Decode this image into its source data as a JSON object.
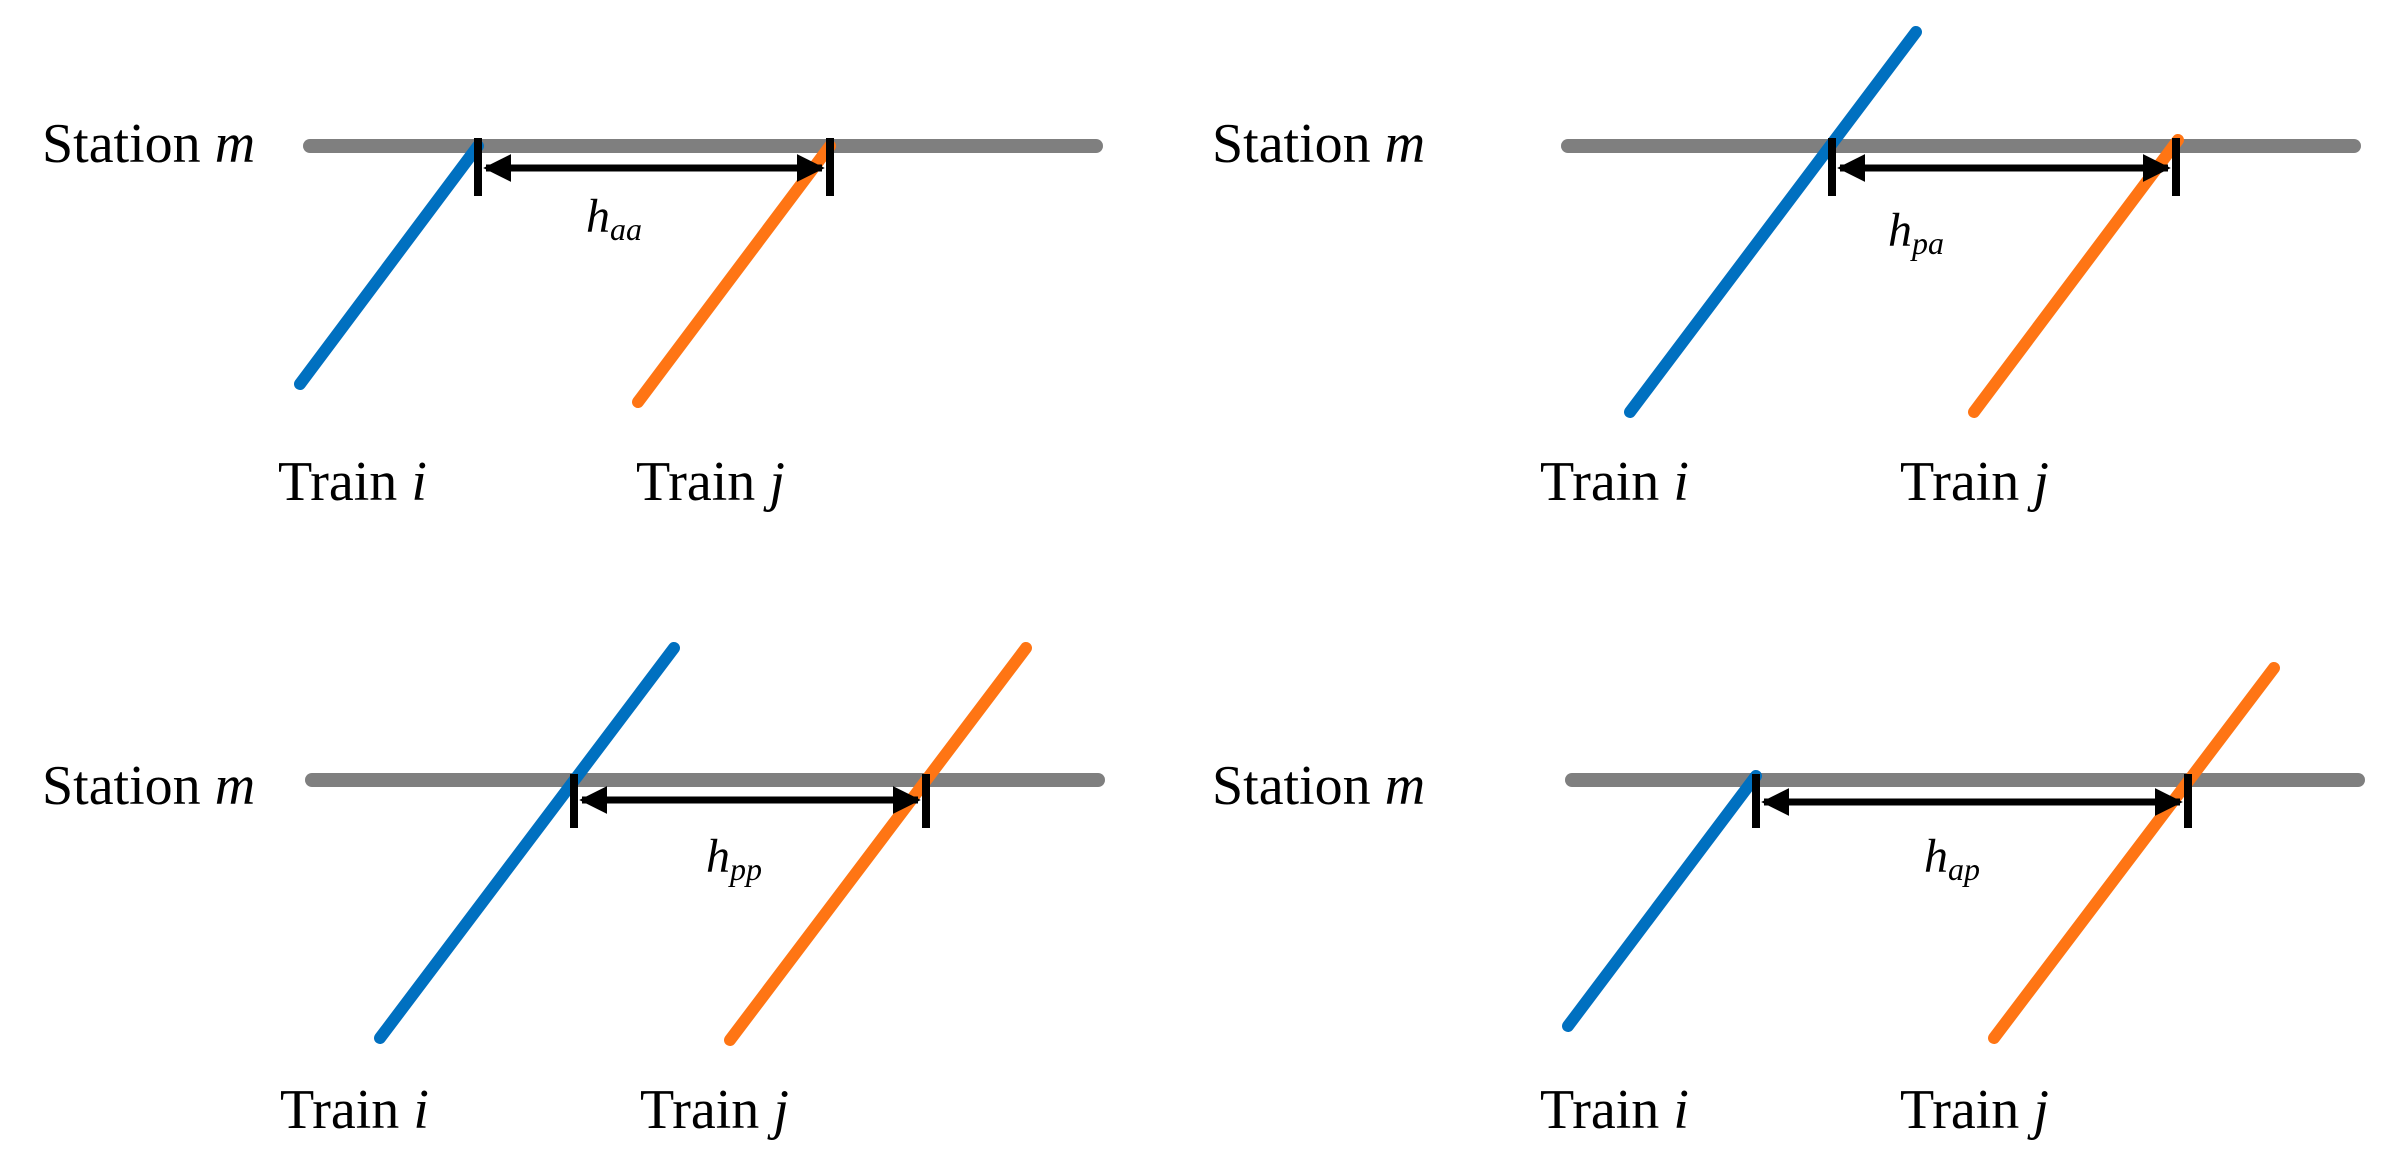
{
  "colors": {
    "station_line": "#7f7f7f",
    "train_i": "#0070c0",
    "train_j": "#ff7514",
    "headway_arrow": "#000000"
  },
  "panels": [
    {
      "station_label": "Station",
      "station_var": "m",
      "headway_symbol": "h",
      "headway_subscript": "aa",
      "train_i_label": "Train",
      "train_i_var": "i",
      "train_j_label": "Train",
      "train_j_var": "j"
    },
    {
      "station_label": "Station",
      "station_var": "m",
      "headway_symbol": "h",
      "headway_subscript": "pa",
      "train_i_label": "Train",
      "train_i_var": "i",
      "train_j_label": "Train",
      "train_j_var": "j"
    },
    {
      "station_label": "Station",
      "station_var": "m",
      "headway_symbol": "h",
      "headway_subscript": "pp",
      "train_i_label": "Train",
      "train_i_var": "i",
      "train_j_label": "Train",
      "train_j_var": "j"
    },
    {
      "station_label": "Station",
      "station_var": "m",
      "headway_symbol": "h",
      "headway_subscript": "ap",
      "train_i_label": "Train",
      "train_i_var": "i",
      "train_j_label": "Train",
      "train_j_var": "j"
    }
  ]
}
